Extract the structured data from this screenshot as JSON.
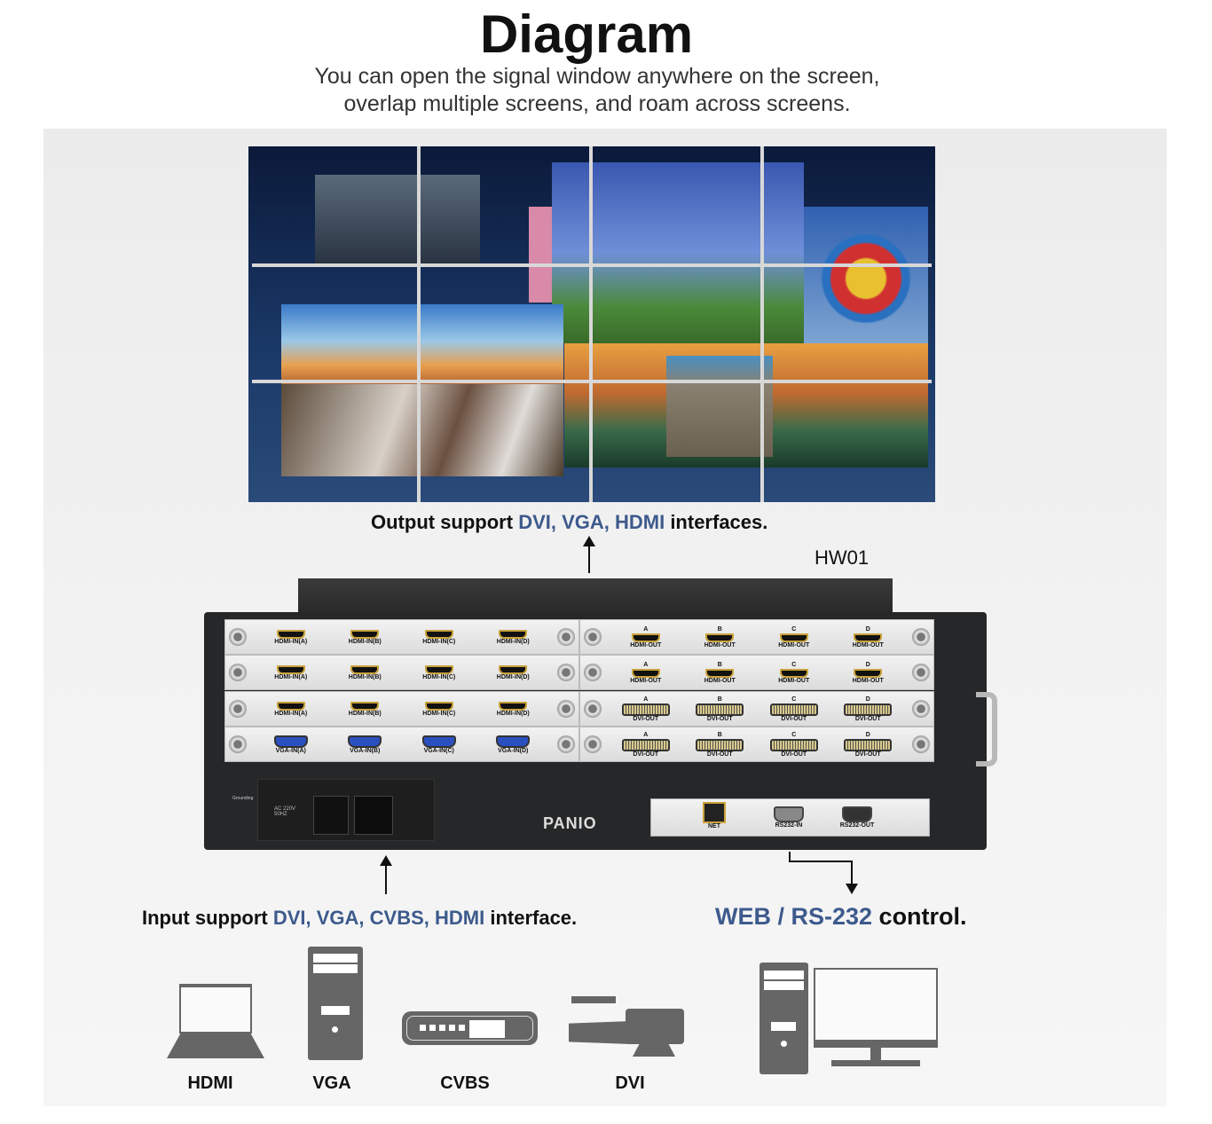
{
  "header": {
    "title": "Diagram",
    "subtitle_line1": "You can open the signal window anywhere on the screen,",
    "subtitle_line2": "overlap multiple screens, and roam across screens."
  },
  "output_caption": {
    "prefix": "Output support ",
    "highlight": "DVI, VGA, HDMI",
    "suffix": " interfaces."
  },
  "model": "HW01",
  "device": {
    "brand": "PANIO",
    "input_cards": [
      {
        "type": "hdmi",
        "ports": [
          "HDMI-IN(A)",
          "HDMI-IN(B)",
          "HDMI-IN(C)",
          "HDMI-IN(D)"
        ]
      },
      {
        "type": "hdmi",
        "ports": [
          "HDMI-IN(A)",
          "HDMI-IN(B)",
          "HDMI-IN(C)",
          "HDMI-IN(D)"
        ]
      },
      {
        "type": "hdmi",
        "ports": [
          "HDMI-IN(A)",
          "HDMI-IN(B)",
          "HDMI-IN(C)",
          "HDMI-IN(D)"
        ]
      },
      {
        "type": "vga",
        "ports": [
          "VGA-IN(A)",
          "VGA-IN(B)",
          "VGA-IN(C)",
          "VGA-IN(D)"
        ]
      }
    ],
    "output_cards": [
      {
        "type": "hdmi",
        "letters": [
          "A",
          "B",
          "C",
          "D"
        ],
        "ports": [
          "HDMI-OUT",
          "HDMI-OUT",
          "HDMI-OUT",
          "HDMI-OUT"
        ]
      },
      {
        "type": "hdmi",
        "letters": [
          "A",
          "B",
          "C",
          "D"
        ],
        "ports": [
          "HDMI-OUT",
          "HDMI-OUT",
          "HDMI-OUT",
          "HDMI-OUT"
        ]
      },
      {
        "type": "dvi",
        "letters": [
          "A",
          "B",
          "C",
          "D"
        ],
        "ports": [
          "DVI-OUT",
          "DVI-OUT",
          "DVI-OUT",
          "DVI-OUT"
        ]
      },
      {
        "type": "dvi",
        "letters": [
          "A",
          "B",
          "C",
          "D"
        ],
        "ports": [
          "DVI-OUT",
          "DVI-OUT",
          "DVI-OUT",
          "DVI-OUT"
        ]
      }
    ],
    "power_label": "AC 220V 50HZ",
    "grounding_label": "Grounding",
    "control_ports": [
      "NET",
      "RS232-IN",
      "RS232-OUT"
    ]
  },
  "input_caption": {
    "prefix": "Input support ",
    "highlight": "DVI, VGA, CVBS, HDMI",
    "suffix": " interface."
  },
  "control_caption": {
    "highlight": "WEB / RS-232",
    "suffix": " control."
  },
  "sources": [
    {
      "label": "HDMI",
      "icon": "laptop-icon"
    },
    {
      "label": "VGA",
      "icon": "desktop-tower-icon"
    },
    {
      "label": "CVBS",
      "icon": "dvd-player-icon"
    },
    {
      "label": "DVI",
      "icon": "video-camera-icon"
    }
  ],
  "colors": {
    "accent": "#3d5a8c",
    "panel": "#efefef",
    "icon": "#666666"
  }
}
